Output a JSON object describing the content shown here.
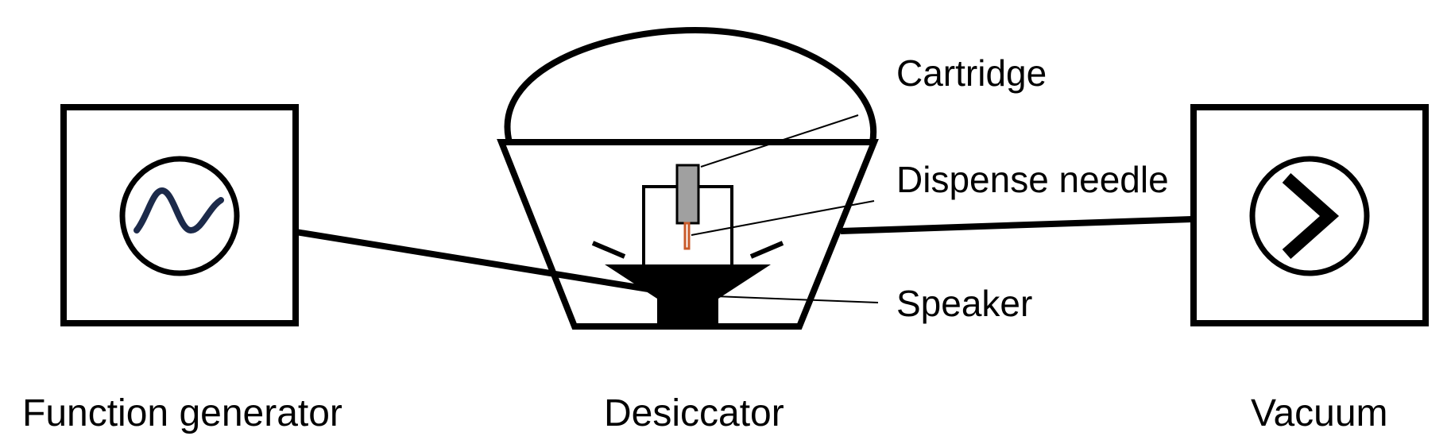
{
  "diagram": {
    "labels": {
      "cartridge": "Cartridge",
      "dispense_needle": "Dispense needle",
      "speaker": "Speaker"
    },
    "captions": {
      "function_generator": "Function generator",
      "desiccator": "Desiccator",
      "vacuum": "Vacuum"
    },
    "icons": {
      "function_generator": "sine-wave-icon",
      "vacuum": "chevron-right-icon"
    },
    "colors": {
      "stroke": "#000000",
      "sine_wave": "#1c2a4a",
      "cartridge_fill": "#a0a0a0",
      "needle": "#c85a2a",
      "background": "#ffffff"
    }
  }
}
